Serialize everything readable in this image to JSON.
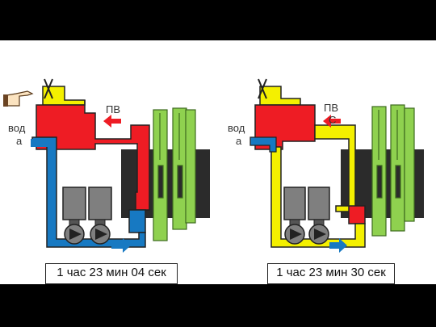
{
  "colors": {
    "background": "#000000",
    "panel": "#ffffff",
    "hot_liquid": "#ee1c24",
    "warm_liquid": "#f4f000",
    "water": "#1779c2",
    "well_green": "#8fd14f",
    "pump_gray": "#7f7f7f",
    "pipe_dark": "#2b2b2b"
  },
  "icons": [
    "pointing-hand-icon",
    "valve-icon",
    "pump-icon",
    "flow-arrow-icon"
  ],
  "left_panel": {
    "label_top": "ПВ",
    "label_top_sub": "",
    "label_side_1": "вод",
    "label_side_2": "а",
    "time": "1 час 23 мин 04 сек"
  },
  "right_panel": {
    "label_top": "ПВ",
    "label_top_sub": "С",
    "label_side_1": "вод",
    "label_side_2": "а",
    "time": "1 час 23 мин 30 сек"
  }
}
